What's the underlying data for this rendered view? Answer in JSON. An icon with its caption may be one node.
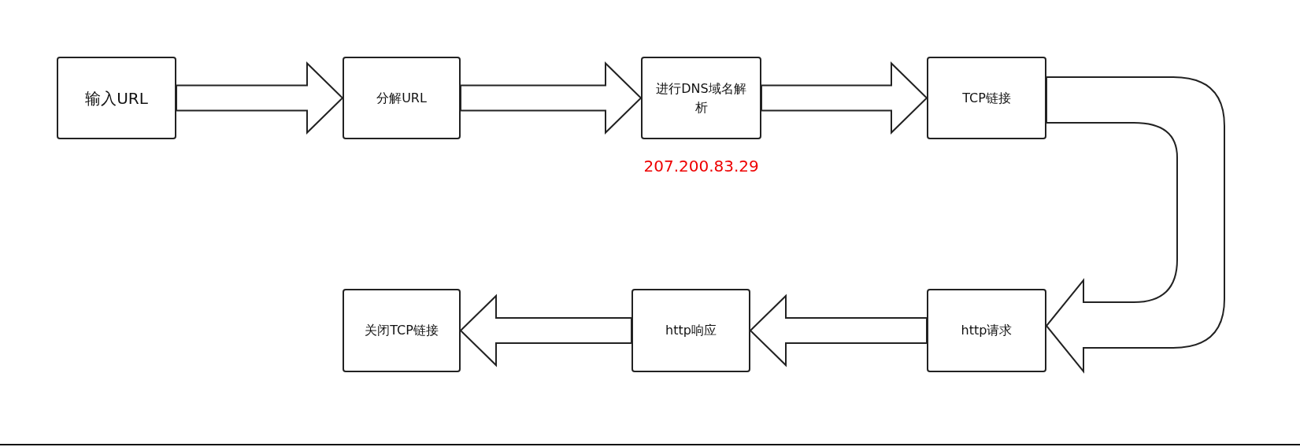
{
  "diagram": {
    "nodes": [
      {
        "text": [
          "输入URL"
        ]
      },
      {
        "text": [
          "分解URL"
        ]
      },
      {
        "text": [
          "进行DNS域名解析"
        ],
        "beside": [
          "207.200.83.29"
        ]
      },
      {
        "text": [
          "TCP链接"
        ]
      },
      {
        "text": [
          "http请求"
        ]
      },
      {
        "text": [
          "http响应"
        ]
      },
      {
        "text": [
          "关闭TCP链接"
        ]
      }
    ],
    "edges": [
      {
        "from": 0,
        "to": 1,
        "arrow": "to"
      },
      {
        "from": 1,
        "to": 2,
        "arrow": "to"
      },
      {
        "from": 2,
        "to": 3,
        "arrow": "to"
      },
      {
        "from": 3,
        "to": 4,
        "arrow": "to"
      },
      {
        "from": 4,
        "to": 5,
        "arrow": "to"
      },
      {
        "from": 5,
        "to": 6,
        "arrow": "to"
      }
    ]
  }
}
